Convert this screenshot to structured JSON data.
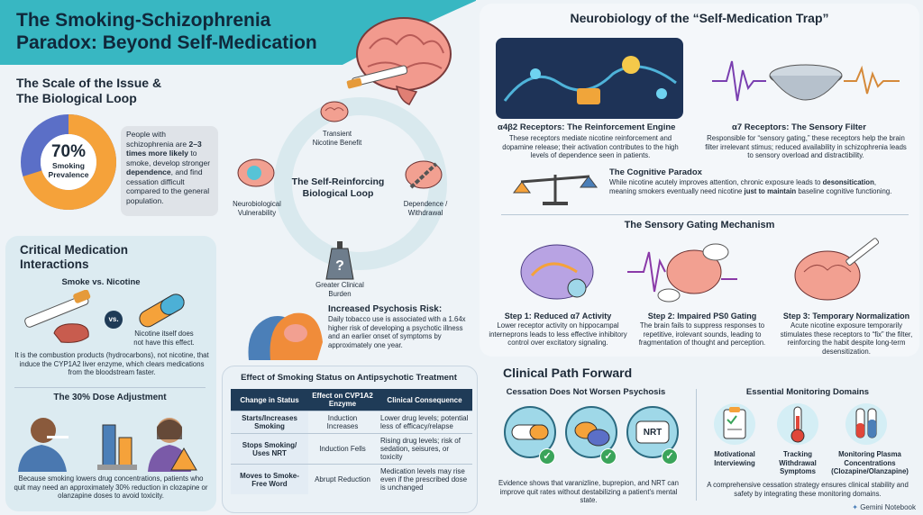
{
  "header": {
    "title_line1": "The Smoking-Schizophrenia",
    "title_line2": "Paradox: Beyond Self-Medication"
  },
  "scale": {
    "heading_line1": "The Scale of the Issue &",
    "heading_line2": "The Biological Loop",
    "donut_percent": "70%",
    "donut_label1": "Smoking",
    "donut_label2": "Prevalence",
    "donut_fraction": 0.7,
    "desc_1": "People with schizophrenia are",
    "desc_bold1": "2–3 times more likely",
    "desc_2": "to smoke, develop stronger",
    "desc_bold2": "dependence",
    "desc_3": ", and find cessation difficult compared to the general population."
  },
  "loop": {
    "center_line1": "The Self-Reinforcing",
    "center_line2": "Biological Loop",
    "node_top_l1": "Transient",
    "node_top_l2": "Nicotine Benefit",
    "node_left_l1": "Neurobiological",
    "node_left_l2": "Vulnerability",
    "node_right_l1": "Dependence /",
    "node_right_l2": "Withdrawal",
    "node_bottom_l1": "Greater Clinical",
    "node_bottom_l2": "Burden"
  },
  "psychosis": {
    "title": "Increased Psychosis Risk:",
    "text": "Daily tobacco use is associated with a 1.64x higher risk of developing a psychotic illness and an earlier onset of symptoms by approximately one year."
  },
  "interactions": {
    "heading_line1": "Critical Medication",
    "heading_line2": "Interactions",
    "sub": "Smoke vs. Nicotine",
    "vs": "vs.",
    "nicotine_note": "Nicotine itself does not have this effect.",
    "explanation": "It is the combustion products (hydrocarbons), not nicotine, that induce the CYP1A2 liver enzyme, which clears medications from the bloodstream faster.",
    "dose_heading": "The 30% Dose Adjustment",
    "dose_text": "Because smoking lowers drug concentrations, patients who quit may need an approximately 30% reduction in clozapine or olanzapine doses to avoid toxicity."
  },
  "table": {
    "title": "Effect of Smoking Status on Antipsychotic Treatment",
    "headers": [
      "Change in Status",
      "Effect on CVP1A2 Enzyme",
      "Clinical Consequence"
    ],
    "rows": [
      [
        "Starts/Increases Smoking",
        "Induction Increases",
        "Lower drug levels; potential less of efficacy/relapse"
      ],
      [
        "Stops Smoking/ Uses NRT",
        "Induction Fells",
        "Rising drug levels; risk of sedation, seisures, or toxicity"
      ],
      [
        "Moves to Smoke-Free Word",
        "Abrupt Reduction",
        "Medication levels may rise even if the prescribed dose is unchanged"
      ]
    ]
  },
  "neuro": {
    "heading": "Neurobiology of the “Self-Medication Trap”",
    "a4_title": "α4β2 Receptors: The Reinforcement Engine",
    "a4_text": "These receptors mediate nicotine reinforcement and dopamine release; their activation contributes to the high levels of dependence seen in patients.",
    "a7_title": "α7 Receptors: The Sensory Filter",
    "a7_text": "Responsible for “sensory gating,” these receptors help the brain filter irrelevant stimus; reduced availability in schizophrenia leads to sensory overload and distractibility.",
    "paradox_title": "The Cognitive Paradox",
    "paradox_1": "While nicotine acutely improves attention, chronic exposure leads to",
    "paradox_bold1": "desonsitication",
    "paradox_2": ", meaning smokers eventually need nicotine",
    "paradox_bold2": "just to maintain",
    "paradox_3": "baseline cognitive functioning."
  },
  "gating": {
    "heading": "The Sensory Gating Mechanism",
    "steps": [
      {
        "title": "Step 1: Reduced α7 Activity",
        "text": "Lower receptor activity on hippocampal interneprons leads to less effective inhibitory control over excitatory signaling."
      },
      {
        "title": "Step 2: Impaired PS0 Gating",
        "text": "The brain fails to suppress responses to repetitive, irolevant sounds, leading to fragmentation of thought and perception."
      },
      {
        "title": "Step 3: Temporary Normalization",
        "text": "Acute nicotine exposure temporarily stimulates these receptors to “fix” the filter, reinforcing the habit despite long-term desensitization."
      }
    ]
  },
  "path": {
    "heading": "Clinical Path Forward",
    "cessation_title": "Cessation Does Not Worsen Psychosis",
    "nrt_label": "NRT",
    "cessation_text": "Evidence shows that varanizline, buprepion, and NRT can improve quit rates without destabilizing a patient's mental state.",
    "monitoring_title": "Essential Monitoring Domains",
    "domains": [
      {
        "label1": "Motivational",
        "label2": "Interviewing"
      },
      {
        "label1": "Tracking",
        "label2": "Withdrawal",
        "label3": "Symptoms"
      },
      {
        "label1": "Monitoring Plasma",
        "label2": "Concentrations",
        "label3": "(Clozapine/Olanzapine)"
      }
    ],
    "monitoring_text": "A comprehensive cessation strategy ensures clinical stability and safety by integrating these monitoring domains."
  },
  "footer": {
    "brand": "Gemini Notebook"
  },
  "colors": {
    "teal": "#38b7c2",
    "navy": "#1f3b57",
    "orange": "#f5a23a",
    "purple": "#5b6fc7",
    "green": "#3aa45a"
  }
}
